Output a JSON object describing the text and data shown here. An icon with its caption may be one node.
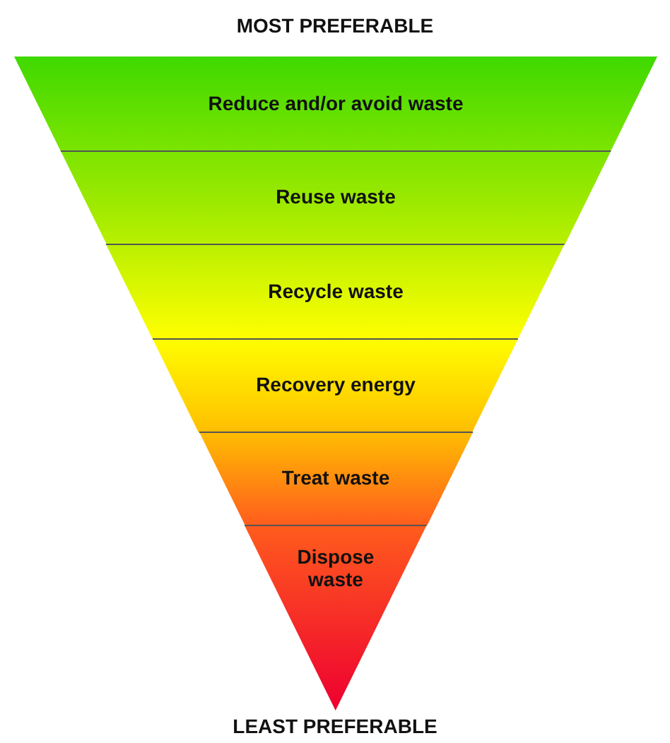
{
  "diagram": {
    "nodes": [
      {
        "text": [
          "Reduce and/or avoid waste"
        ]
      },
      {
        "text": [
          "Reuse waste"
        ]
      },
      {
        "text": [
          "Recycle waste"
        ]
      },
      {
        "text": [
          "Recovery energy"
        ]
      },
      {
        "text": [
          "Treat waste"
        ]
      },
      {
        "text": [
          "Dispose waste"
        ]
      }
    ],
    "labels": [
      "MOST PREFERABLE",
      "LEAST PREFERABLE"
    ]
  }
}
